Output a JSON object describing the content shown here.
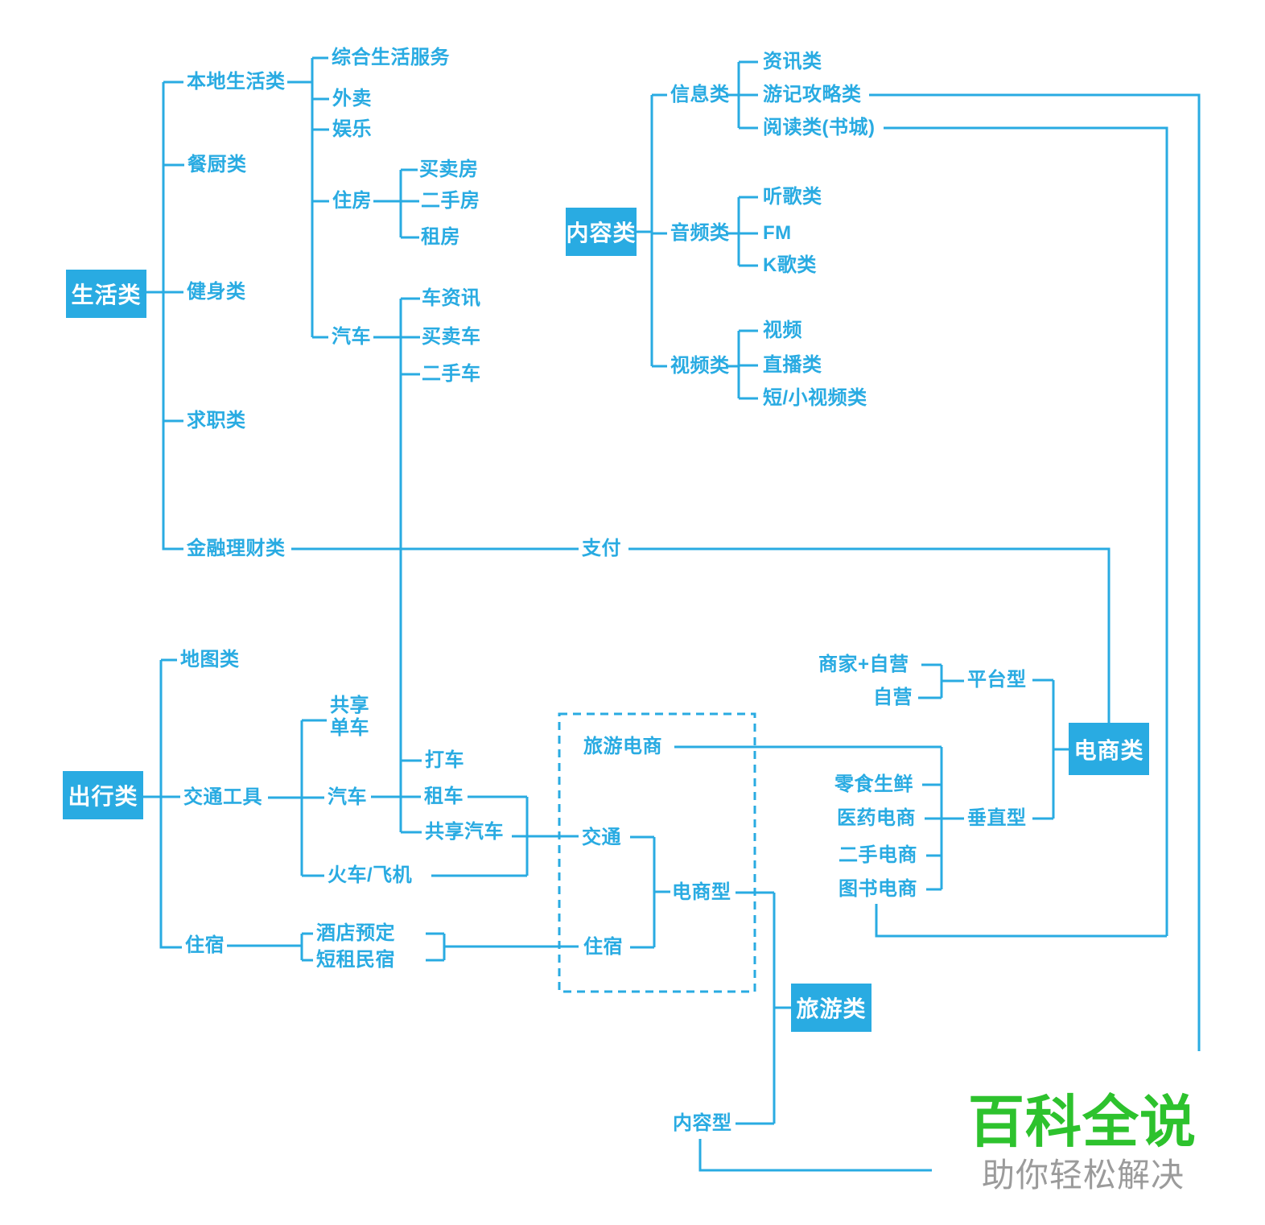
{
  "diagram": {
    "colors": {
      "accent": "#29abe2",
      "logo_green": "#2dc22d",
      "tagline_gray": "#9b9b9b"
    },
    "boxes": {
      "life": "生活类",
      "content": "内容类",
      "travel": "出行类",
      "ecommerce": "电商类",
      "tourism": "旅游类"
    },
    "nodes": {
      "local_life": "本地生活类",
      "kitchen": "餐厨类",
      "fitness": "健身类",
      "job": "求职类",
      "finance": "金融理财类",
      "general_service": "综合生活服务",
      "takeout": "外卖",
      "entertainment": "娱乐",
      "housing": "住房",
      "house_trade": "买卖房",
      "house_second": "二手房",
      "house_rent": "租房",
      "car_life": "汽车",
      "car_info": "车资讯",
      "car_trade": "买卖车",
      "car_second": "二手车",
      "payment": "支付",
      "info": "信息类",
      "news": "资讯类",
      "travel_notes": "游记攻略类",
      "reading": "阅读类(书城)",
      "audio": "音频类",
      "music": "听歌类",
      "fm": "FM",
      "karaoke": "K歌类",
      "video_cat": "视频类",
      "video": "视频",
      "live": "直播类",
      "short_video": "短/小视频类",
      "map": "地图类",
      "transport_tool": "交通工具",
      "shared_bike": "共享\n单车",
      "car_travel": "汽车",
      "taxi": "打车",
      "car_rental": "租车",
      "shared_car": "共享汽车",
      "train_flight": "火车/飞机",
      "accommodation": "住宿",
      "hotel": "酒店预定",
      "homestay": "短租民宿",
      "travel_ec": "旅游电商",
      "transport_d": "交通",
      "accommodation_d": "住宿",
      "ec_type": "电商型",
      "content_type": "内容型",
      "merchant_self": "商家+自营",
      "self_op": "自营",
      "platform": "平台型",
      "vertical": "垂直型",
      "snack": "零食生鲜",
      "medicine": "医药电商",
      "secondhand_ec": "二手电商",
      "book_ec": "图书电商"
    },
    "logo": {
      "title": "百科全说",
      "tagline": "助你轻松解决"
    }
  }
}
